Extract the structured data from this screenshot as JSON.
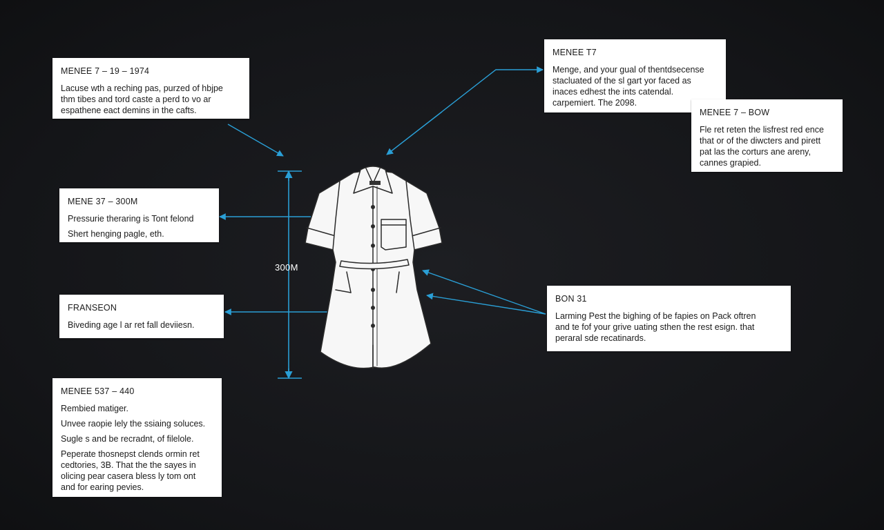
{
  "diagram": {
    "center_label": "300M",
    "accent_color": "#2a9fd6",
    "cards": [
      {
        "id": "card-1",
        "title": "MENEE 7 – 19 – 1974",
        "lines": [
          "Lacuse wth a reching pas, purzed of hbjpe",
          "thm tibes and tord caste a perd to vo ar",
          "espathene eact demins in the cafts."
        ]
      },
      {
        "id": "card-2",
        "title": "MENE 37 – 300M",
        "lines": [
          "Pressurie theraring is Tont felond",
          "Shert henging pagle, eth."
        ]
      },
      {
        "id": "card-3",
        "title": "FRANSEON",
        "lines": [
          "Biveding age l ar ret fall deviiesn."
        ]
      },
      {
        "id": "card-4",
        "title": "MENEE 537 – 440",
        "lines": [
          "Rembied matiger.",
          "Unvee raopie lely the ssiaing soluces.",
          "Sugle s and be recradnt, of filelole.",
          "Peperate thosnepst clends ormin ret",
          "cedtories, 3B. That the the sayes in",
          "olicing pear casera bless ly tom ont",
          "and for earing pevies."
        ]
      },
      {
        "id": "card-5",
        "title": "MENEE T7",
        "lines": [
          "Menge, and your gual of thentdsecense",
          "stacluated of the sl gart yor faced as",
          "inaces edhest the ints catendal.",
          "carpemiert. The 2098."
        ]
      },
      {
        "id": "card-6",
        "title": "MENEE 7 – BOW",
        "lines": [
          "Fle ret reten the lisfrest red ence",
          "that or of the diwcters and pirett",
          "pat las the corturs ane areny,",
          "cannes grapied."
        ]
      },
      {
        "id": "card-7",
        "title": "BON 31",
        "lines": [
          "Larming Pest the bighing of be fapies on Pack oftren",
          "and te fof your grive uating sthen the rest esign. that",
          "peraral sde recatinards."
        ]
      }
    ]
  }
}
